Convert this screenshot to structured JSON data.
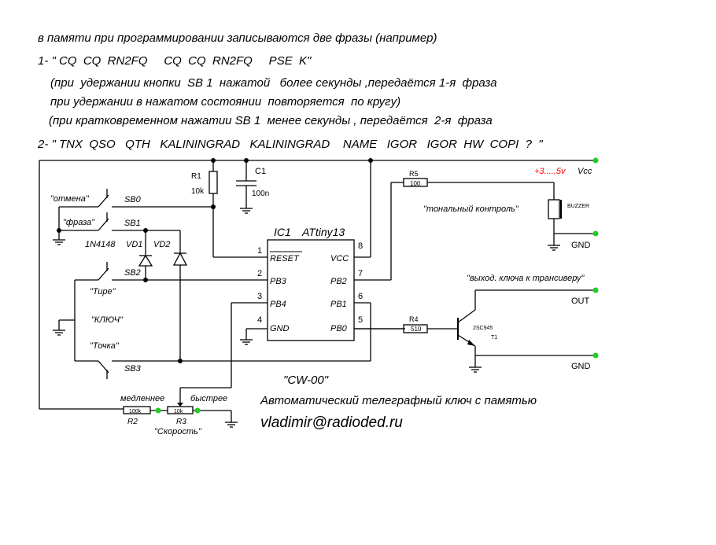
{
  "intro": {
    "line1": "в памяти при программировании записываются две фразы (например)",
    "line2": "1- \" CQ  CQ  RN2FQ     CQ  CQ  RN2FQ     PSE  K\"",
    "line3": "(при  удержании кнопки  SB 1  нажатой   более секунды ,передаётся 1-я  фраза",
    "line4": "при удержании в нажатом состоянии  повторяется  по кругу)",
    "line5": "(при кратковременном нажатии SB 1  менее секунды , передаётся  2-я  фраза",
    "line6": "2- \" TNX  QSO   QTH   KALININGRAD   KALININGRAD    NAME   IGOR   IGOR  HW  COPI  ?  \""
  },
  "components": {
    "r1": {
      "name": "R1",
      "value": "10k"
    },
    "c1": {
      "name": "C1",
      "value": "100n"
    },
    "r5": {
      "name": "R5",
      "value": "100"
    },
    "r4": {
      "name": "R4",
      "value": "510"
    },
    "r2": {
      "name": "R2",
      "value": "100k"
    },
    "r3": {
      "name": "R3",
      "value": "10k"
    },
    "ic": {
      "name": "IC1",
      "type": "ATtiny13"
    },
    "diodes": {
      "type": "1N4148",
      "vd1": "VD1",
      "vd2": "VD2"
    },
    "sb0": "SB0",
    "sb1": "SB1",
    "sb2": "SB2",
    "sb3": "SB3",
    "buzzer": "BUZZER",
    "transistor": {
      "type": "2SC945",
      "name": "T1"
    }
  },
  "ic_pins": {
    "p1": "1",
    "p2": "2",
    "p3": "3",
    "p4": "4",
    "p5": "5",
    "p6": "6",
    "p7": "7",
    "p8": "8",
    "reset": "RESET",
    "pb3": "PB3",
    "pb4": "PB4",
    "gnd": "GND",
    "vcc": "VCC",
    "pb2": "PB2",
    "pb1": "PB1",
    "pb0": "PB0"
  },
  "labels": {
    "cancel": "\"отмена\"",
    "phrase": "\"фраза\"",
    "dash": "\"Тире\"",
    "key": "\"КЛЮЧ\"",
    "dot": "\"Точка\"",
    "vcc_label": "+3.....5v",
    "vcc_word": "Vcc",
    "tone": "\"тональный контроль\"",
    "gnd_buzzer": "GND",
    "output_note": "\"выход. ключа к трансиверу\"",
    "out": "OUT",
    "gnd_out": "GND",
    "slower": "медленнее",
    "faster": "быстрее",
    "speed": "\"Скорость\""
  },
  "footer": {
    "project": "\"CW-00\"",
    "title": "Автоматический телеграфный ключ с памятью",
    "email": "vladimir@radioded.ru"
  },
  "colors": {
    "vcc_label": "#ff0000",
    "terminal": "#22cc22"
  }
}
